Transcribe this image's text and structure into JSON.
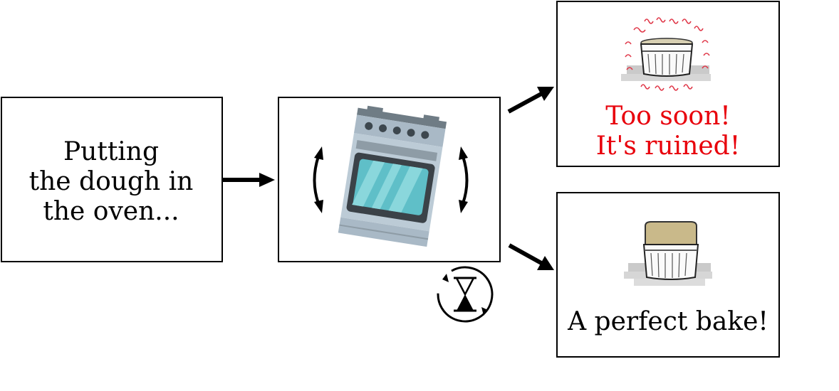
{
  "start": {
    "lines": [
      "Putting",
      "the dough in",
      "the oven..."
    ]
  },
  "outcome_soon": {
    "lines": [
      "Too soon!",
      "It's ruined!"
    ],
    "color": "#e8000b"
  },
  "outcome_perfect": {
    "lines": [
      "A perfect bake!"
    ],
    "color": "#000000"
  },
  "icons": {
    "oven": "oven-icon",
    "wait": "hourglass-cycle-icon",
    "ruined_pot": "collapsed-souffle-icon",
    "perfect_pot": "risen-souffle-icon"
  },
  "colors": {
    "oven_body": "#a9b9c6",
    "oven_window": "#5fbfc8",
    "heat_waves": "#e0394a",
    "dough": "#c9b98a"
  }
}
